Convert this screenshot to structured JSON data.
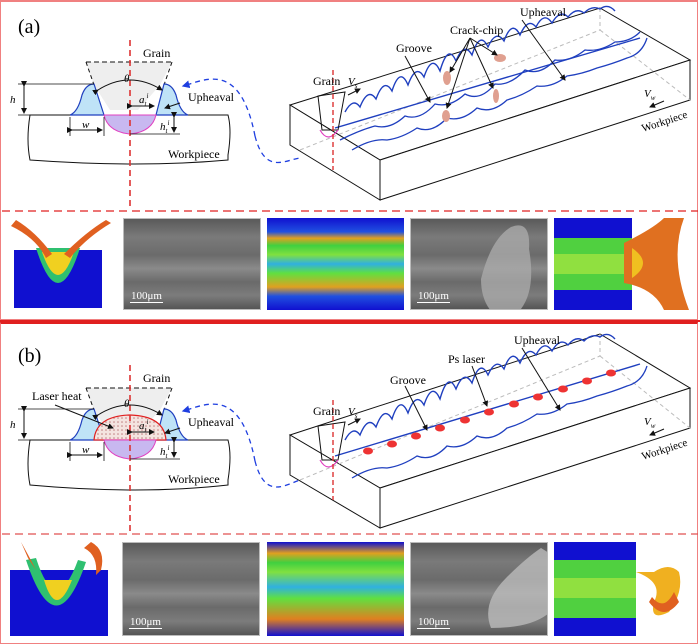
{
  "panels": [
    {
      "label": "(a)",
      "cross_section": {
        "grain": "Grain",
        "theta": "θ",
        "a_label": "a",
        "a_sub": "t",
        "a_sup": "i",
        "h": "h",
        "w": "w",
        "h_t_label": "h",
        "h_t_sub": "t",
        "h_t_sup": "i",
        "upheaval": "Upheaval",
        "workpiece": "Workpiece"
      },
      "iso_view": {
        "grain": "Grain",
        "vs": "V",
        "vs_sub": "s",
        "vw": "V",
        "vw_sub": "w",
        "groove": "Groove",
        "crack_chip": "Crack-chip",
        "upheaval": "Upheaval",
        "workpiece": "Workpiece"
      },
      "images": [
        {
          "type": "simulation-cross-section"
        },
        {
          "type": "sem-micrograph",
          "scale": "100μm"
        },
        {
          "type": "simulation-top-view"
        },
        {
          "type": "sem-micrograph",
          "scale": "100μm"
        },
        {
          "type": "simulation-chip-end"
        }
      ]
    },
    {
      "label": "(b)",
      "cross_section": {
        "grain": "Grain",
        "laser_heat": "Laser heat",
        "theta": "θ",
        "a_label": "a",
        "a_sub": "t",
        "a_sup": "i",
        "h": "h",
        "w": "w",
        "h_t_label": "h",
        "h_t_sub": "t",
        "h_t_sup": "i",
        "upheaval": "Upheaval",
        "workpiece": "Workpiece"
      },
      "iso_view": {
        "grain": "Grain",
        "vs": "V",
        "vs_sub": "s",
        "vw": "V",
        "vw_sub": "w",
        "groove": "Groove",
        "ps_laser": "Ps laser",
        "upheaval": "Upheaval",
        "workpiece": "Workpiece"
      },
      "images": [
        {
          "type": "simulation-cross-section"
        },
        {
          "type": "sem-micrograph",
          "scale": "100μm"
        },
        {
          "type": "simulation-top-view"
        },
        {
          "type": "sem-micrograph",
          "scale": "100μm"
        },
        {
          "type": "simulation-chip-end"
        }
      ]
    }
  ],
  "colors": {
    "border": "#f08080",
    "divider": "#e02020",
    "groove_line": "#1f3fbf",
    "upheaval_fill": "#bfe3f7",
    "groove_fill": "#c8b8f0",
    "groove_edge": "#e040c0",
    "laser_dot": "#ee3333",
    "chip_fill": "#e0a090"
  }
}
